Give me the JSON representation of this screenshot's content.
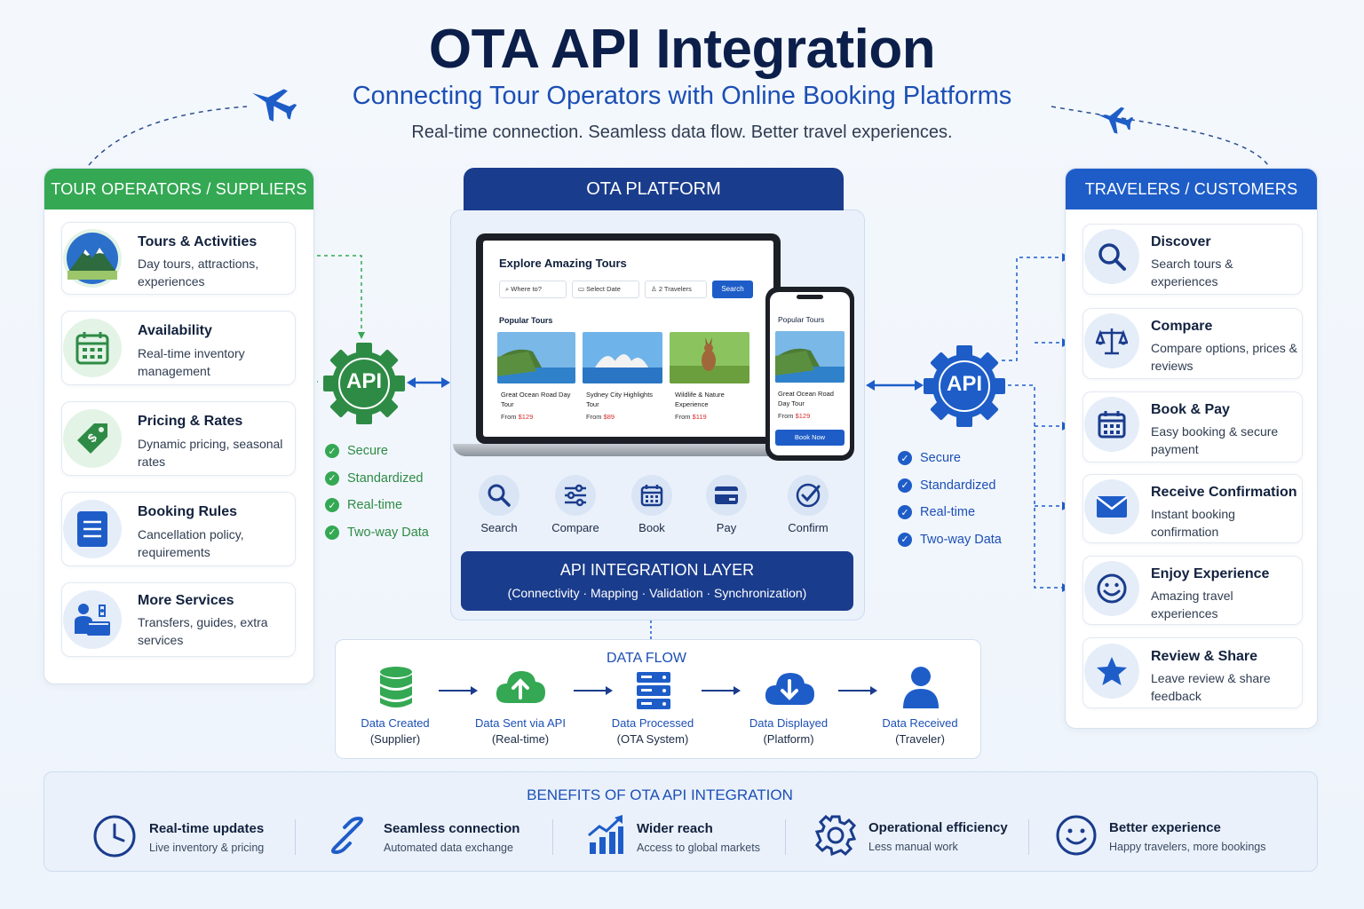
{
  "header": {
    "title": "OTA API Integration",
    "subtitle": "Connecting Tour Operators with Online Booking Platforms",
    "tagline": "Real-time connection. Seamless data flow. Better travel experiences."
  },
  "suppliers": {
    "heading": "TOUR OPERATORS / SUPPLIERS",
    "items": [
      {
        "title": "Tours & Activities",
        "desc": "Day tours, attractions, experiences",
        "icon": "mountain-icon"
      },
      {
        "title": "Availability",
        "desc": "Real-time inventory management",
        "icon": "calendar-icon"
      },
      {
        "title": "Pricing & Rates",
        "desc": "Dynamic pricing, seasonal rates",
        "icon": "price-tag-icon"
      },
      {
        "title": "Booking Rules",
        "desc": "Cancellation policy, requirements",
        "icon": "document-icon"
      },
      {
        "title": "More Services",
        "desc": "Transfers, guides, extra services",
        "icon": "services-icon"
      }
    ]
  },
  "left_api": {
    "label": "API",
    "checks": [
      "Secure",
      "Standardized",
      "Real-time",
      "Two-way Data"
    ]
  },
  "platform": {
    "heading": "OTA PLATFORM",
    "screen": {
      "title": "Explore Amazing Tours",
      "where": "Where to?",
      "date": "Select Date",
      "travelers": "2 Travelers",
      "search_btn": "Search",
      "popular": "Popular Tours",
      "tours": [
        {
          "name": "Great Ocean Road Day Tour",
          "from": "From",
          "price": "$129"
        },
        {
          "name": "Sydney City Highlights Tour",
          "from": "From",
          "price": "$89"
        },
        {
          "name": "Wildlife & Nature Experience",
          "from": "From",
          "price": "$119"
        }
      ]
    },
    "phone": {
      "popular": "Popular Tours",
      "tour_name": "Great Ocean Road Day Tour",
      "from": "From",
      "price": "$129",
      "book_btn": "Book Now"
    },
    "steps": [
      {
        "label": "Search",
        "icon": "search-icon"
      },
      {
        "label": "Compare",
        "icon": "sliders-icon"
      },
      {
        "label": "Book",
        "icon": "calendar-icon"
      },
      {
        "label": "Pay",
        "icon": "card-icon"
      },
      {
        "label": "Confirm",
        "icon": "check-circle-icon"
      }
    ],
    "layer_title": "API INTEGRATION LAYER",
    "layer_sub": "(Connectivity · Mapping · Validation · Synchronization)"
  },
  "right_api": {
    "label": "API",
    "checks": [
      "Secure",
      "Standardized",
      "Real-time",
      "Two-way Data"
    ]
  },
  "travelers": {
    "heading": "TRAVELERS / CUSTOMERS",
    "items": [
      {
        "title": "Discover",
        "desc": "Search tours & experiences",
        "icon": "search-icon"
      },
      {
        "title": "Compare",
        "desc": "Compare options, prices & reviews",
        "icon": "scale-icon"
      },
      {
        "title": "Book & Pay",
        "desc": "Easy booking & secure payment",
        "icon": "calendar-icon"
      },
      {
        "title": "Receive Confirmation",
        "desc": "Instant booking confirmation",
        "icon": "envelope-icon"
      },
      {
        "title": "Enjoy Experience",
        "desc": "Amazing travel experiences",
        "icon": "smiley-icon"
      },
      {
        "title": "Review & Share",
        "desc": "Leave review & share feedback",
        "icon": "star-icon"
      }
    ]
  },
  "data_flow": {
    "heading": "DATA FLOW",
    "steps": [
      {
        "label": "Data Created",
        "sub": "(Supplier)",
        "icon": "database-icon"
      },
      {
        "label": "Data Sent via API",
        "sub": "(Real-time)",
        "icon": "cloud-upload-icon"
      },
      {
        "label": "Data Processed",
        "sub": "(OTA System)",
        "icon": "server-icon"
      },
      {
        "label": "Data Displayed",
        "sub": "(Platform)",
        "icon": "cloud-download-icon"
      },
      {
        "label": "Data Received",
        "sub": "(Traveler)",
        "icon": "user-icon"
      }
    ]
  },
  "benefits": {
    "heading": "BENEFITS OF OTA API INTEGRATION",
    "items": [
      {
        "title": "Real-time updates",
        "sub": "Live inventory & pricing",
        "icon": "clock-icon"
      },
      {
        "title": "Seamless connection",
        "sub": "Automated data exchange",
        "icon": "link-icon"
      },
      {
        "title": "Wider reach",
        "sub": "Access to global markets",
        "icon": "growth-chart-icon"
      },
      {
        "title": "Operational efficiency",
        "sub": "Less manual work",
        "icon": "gear-icon"
      },
      {
        "title": "Better experience",
        "sub": "Happy travelers, more bookings",
        "icon": "smiley-icon"
      }
    ]
  },
  "colors": {
    "navy": "#0c1f4a",
    "blue": "#1e5dc8",
    "green": "#34a853",
    "dark_panel": "#1a3c8c"
  }
}
